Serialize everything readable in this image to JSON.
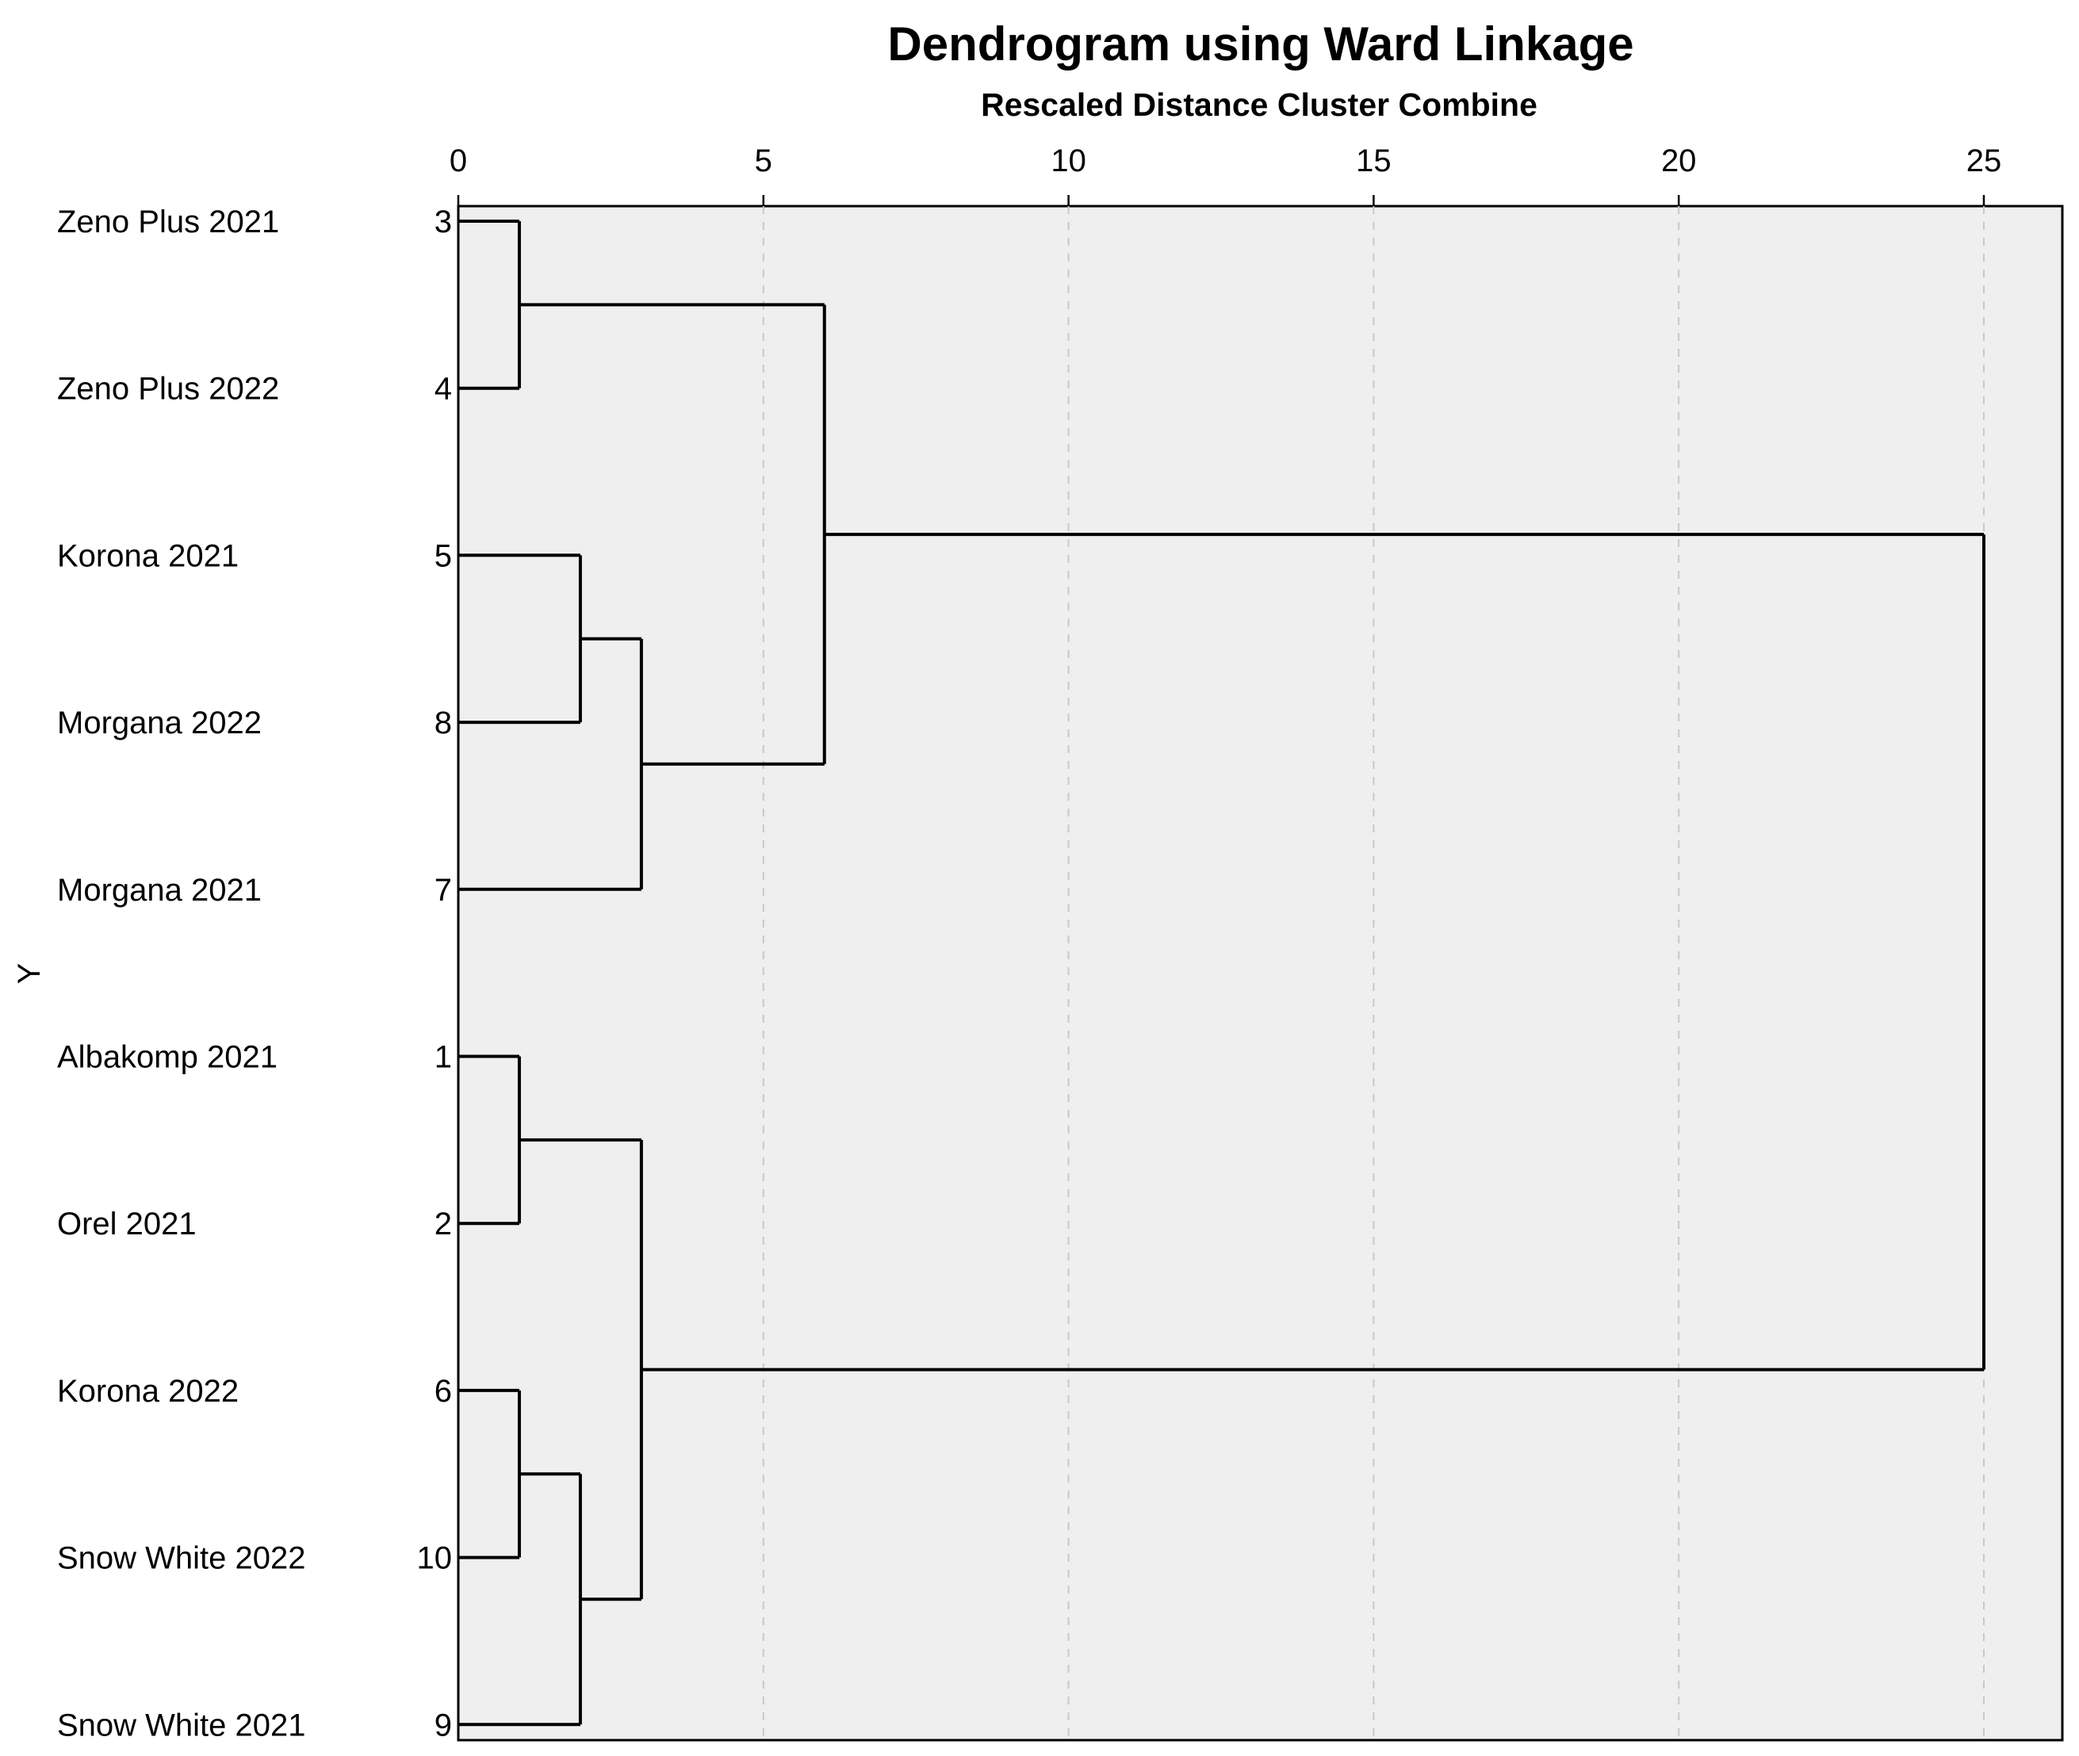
{
  "chart_data": {
    "type": "dendrogram",
    "title": "Dendrogram using Ward Linkage",
    "subtitle": "Rescaled Distance Cluster Combine",
    "ylabel": "Y",
    "xlim": [
      0,
      26
    ],
    "x_ticks": [
      0,
      5,
      10,
      15,
      20,
      25
    ],
    "grid": "vertical dashed",
    "leaves": [
      {
        "label": "Zeno Plus 2021",
        "id": "3"
      },
      {
        "label": "Zeno Plus 2022",
        "id": "4"
      },
      {
        "label": "Korona 2021",
        "id": "5"
      },
      {
        "label": "Morgana 2022",
        "id": "8"
      },
      {
        "label": "Morgana 2021",
        "id": "7"
      },
      {
        "label": "Albakomp 2021",
        "id": "1"
      },
      {
        "label": "Orel 2021",
        "id": "2"
      },
      {
        "label": "Korona 2022",
        "id": "6"
      },
      {
        "label": "Snow White 2022",
        "id": "10"
      },
      {
        "label": "Snow White 2021",
        "id": "9"
      }
    ],
    "merges": [
      {
        "a": "L0",
        "b": "L1",
        "distance": 1
      },
      {
        "a": "L2",
        "b": "L3",
        "distance": 2
      },
      {
        "a": "M1",
        "b": "L4",
        "distance": 3
      },
      {
        "a": "M0",
        "b": "M2",
        "distance": 6
      },
      {
        "a": "L5",
        "b": "L6",
        "distance": 1
      },
      {
        "a": "L7",
        "b": "L8",
        "distance": 1
      },
      {
        "a": "M5",
        "b": "L9",
        "distance": 2
      },
      {
        "a": "M4",
        "b": "M6",
        "distance": 3
      },
      {
        "a": "M3",
        "b": "M7",
        "distance": 25
      }
    ],
    "colors": {
      "plot_bg": "#efefef",
      "line": "#000000",
      "grid": "#c8c8c8",
      "frame": "#000000"
    }
  }
}
